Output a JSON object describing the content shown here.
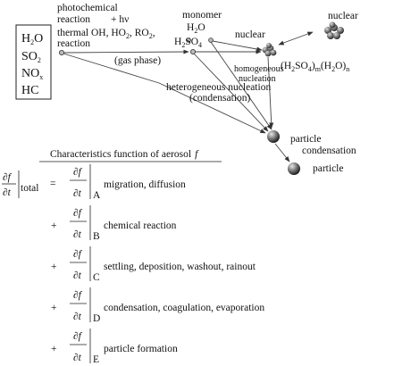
{
  "species": {
    "h2o": {
      "base": "H",
      "sub": "2",
      "tail": "O"
    },
    "so2": {
      "base": "SO",
      "sub": "2",
      "tail": ""
    },
    "nox": {
      "base": "NO",
      "sub": "x",
      "tail": ""
    },
    "hc": {
      "base": "HC",
      "sub": "",
      "tail": ""
    }
  },
  "labels": {
    "photochemical": "photochemical",
    "reaction": "reaction",
    "hv": "+ hν",
    "thermal": "thermal OH, HO",
    "thermal_sub": "2",
    "thermal_mid": ", RO",
    "thermal_sub2": "2",
    "thermal_end": ",",
    "reaction2": "reaction",
    "gas_phase": "(gas phase)",
    "monomer": "monomer",
    "monomer_h2o": {
      "base": "H",
      "sub": "2",
      "tail": "O"
    },
    "h2so4": {
      "base": "H",
      "sub": "2",
      "mid": "SO",
      "sub2": "4"
    },
    "nuclear_left": "nuclear",
    "nuclear_right": "nuclear",
    "cluster_formula": {
      "p1": "(H",
      "s1": "2",
      "p2": "SO",
      "s2": "4",
      "p3": ")",
      "s3": "m",
      "p4": "(H",
      "s4": "2",
      "p5": "O)",
      "s5": "n"
    },
    "homogeneous": "homogeneous",
    "nucleation": "nucleation",
    "heterogeneous": "heterogeneous nucleation",
    "condensation_paren": "(condensation)",
    "particle1": "particle",
    "condensation": "condensation",
    "particle2": "particle"
  },
  "equation": {
    "title": "Characteristics function of aerosol",
    "title_var": "f",
    "lhs_num": "∂f",
    "lhs_den": "∂t",
    "lhs_sub": "total",
    "equals": "=",
    "plus": "+",
    "terms": [
      {
        "num": "∂f",
        "den": "∂t",
        "sub": "A",
        "text": "migration, diffusion"
      },
      {
        "num": "∂f",
        "den": "∂t",
        "sub": "B",
        "text": "chemical reaction"
      },
      {
        "num": "∂f",
        "den": "∂t",
        "sub": "C",
        "text": "settling, deposition, washout, rainout"
      },
      {
        "num": "∂f",
        "den": "∂t",
        "sub": "D",
        "text": "condensation, coagulation, evaporation"
      },
      {
        "num": "∂f",
        "den": "∂t",
        "sub": "E",
        "text": "particle formation"
      }
    ]
  }
}
